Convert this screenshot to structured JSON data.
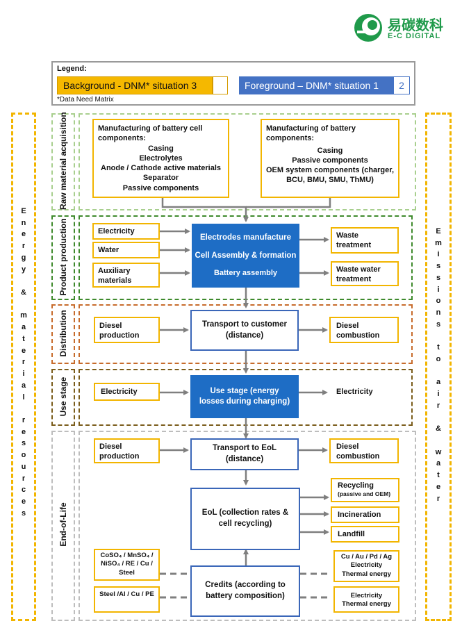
{
  "logo": {
    "name_cn": "易碳数科",
    "name_en": "E-C DIGITAL"
  },
  "legend": {
    "title": "Legend:",
    "background_label": "Background -  DNM* situation 3",
    "background_value": "",
    "foreground_label": "Foreground – DNM* situation 1",
    "foreground_value": "2",
    "footnote": "*Data Need Matrix"
  },
  "side": {
    "left_letters": [
      "E",
      "n",
      "e",
      "r",
      "g",
      "y",
      "",
      "&",
      "",
      "m",
      "a",
      "t",
      "e",
      "r",
      "i",
      "a",
      "l",
      "",
      "r",
      "e",
      "s",
      "o",
      "u",
      "r",
      "c",
      "e",
      "s"
    ],
    "right_letters": [
      "E",
      "m",
      "i",
      "s",
      "s",
      "i",
      "o",
      "n",
      "s",
      "",
      "t",
      "o",
      "",
      "a",
      "i",
      "r",
      "",
      "&",
      "",
      "w",
      "a",
      "t",
      "e",
      "r"
    ]
  },
  "stages": {
    "raw": "Raw material acquisition",
    "production": "Product production",
    "distribution": "Distribution",
    "use": "Use stage",
    "eol": "End-of-Life"
  },
  "raw": {
    "cell_title": "Manufacturing of battery cell components:",
    "cell_items": [
      "Casing",
      "Electrolytes",
      "Anode / Cathode active materials",
      "Separator",
      "Passive components"
    ],
    "batt_title": "Manufacturing of battery components:",
    "batt_items": [
      "Casing",
      "Passive components",
      "OEM system components (charger, BCU, BMU, SMU, ThMU)"
    ]
  },
  "production": {
    "inputs": [
      "Electricity",
      "Water",
      "Auxiliary materials"
    ],
    "process": [
      "Electrodes manufacture",
      "Cell Assembly & formation",
      "Battery assembly"
    ],
    "outputs": [
      "Waste treatment",
      "Waste water treatment"
    ]
  },
  "distribution": {
    "input": "Diesel production",
    "process": "Transport to customer (distance)",
    "output": "Diesel combustion"
  },
  "use": {
    "input": "Electricity",
    "process": "Use stage (energy losses during charging)",
    "output": "Electricity"
  },
  "eol": {
    "input": "Diesel production",
    "transport": "Transport to EoL (distance)",
    "transport_output": "Diesel combustion",
    "eol_box": "EoL (collection rates & cell recycling)",
    "recycling": "Recycling",
    "recycling_sub": "(passive and OEM)",
    "incineration": "Incineration",
    "landfill": "Landfill",
    "credits": "Credits (according to battery composition)",
    "credit_in1": "CoSO₄ / MnSO₄ / NiSO₄ / RE / Cu / Steel",
    "credit_in2": "Steel /Al / Cu / PE",
    "credit_out1": "Cu / Au / Pd / Ag Electricity Thermal energy",
    "credit_out2": "Electricity Thermal energy"
  }
}
